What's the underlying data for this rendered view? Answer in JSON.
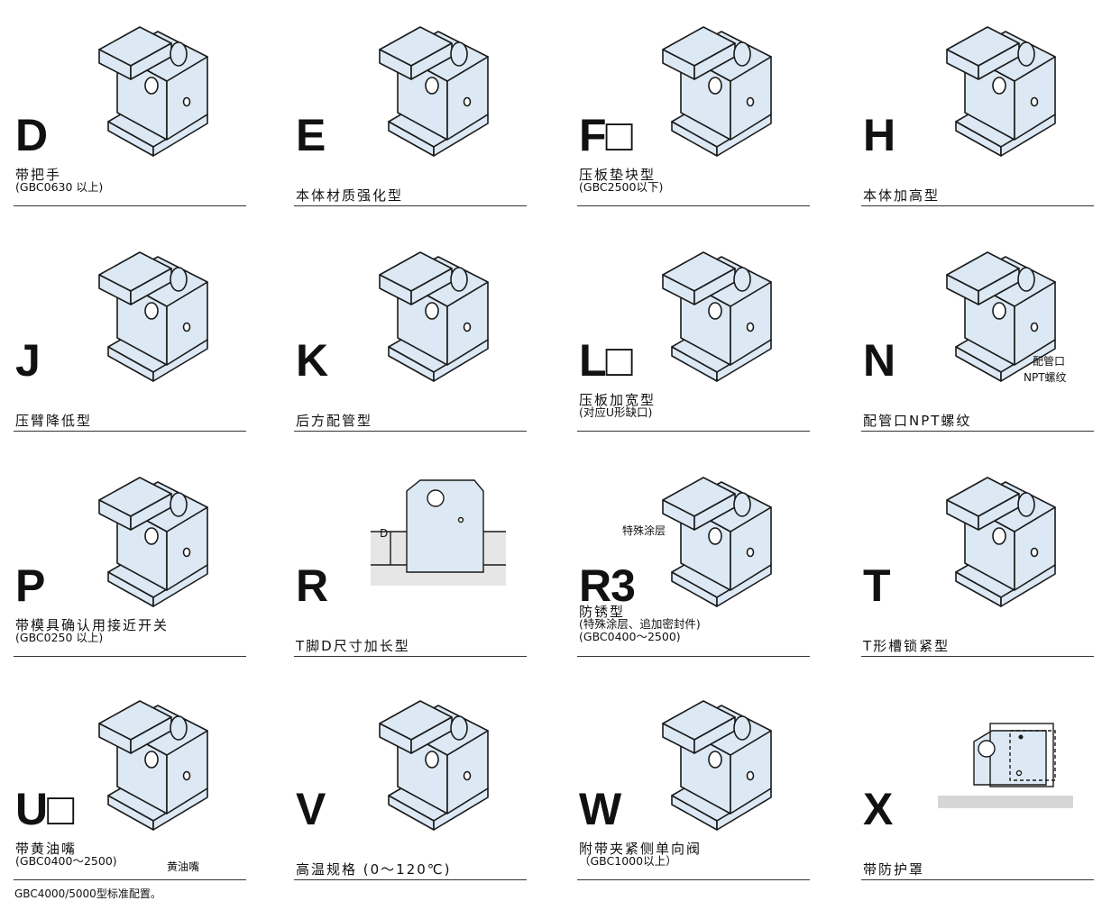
{
  "options": [
    {
      "letter": "D",
      "title": "带把手",
      "sub": [
        "(GBC0630 以上)"
      ],
      "figure": "clamp-with-handle"
    },
    {
      "letter": "E",
      "title": "本体材质强化型",
      "sub": [],
      "figure": "clamp"
    },
    {
      "letter": "F□",
      "title": "压板垫块型",
      "sub": [
        "(GBC2500以下)"
      ],
      "figure": "clamp-with-spacer"
    },
    {
      "letter": "H",
      "title": "本体加高型",
      "sub": [],
      "figure": "clamp-tall"
    },
    {
      "letter": "J",
      "title": "压臂降低型",
      "sub": [],
      "figure": "clamp-low"
    },
    {
      "letter": "K",
      "title": "后方配管型",
      "sub": [],
      "figure": "clamp-rear-piping"
    },
    {
      "letter": "L□",
      "title": "压板加宽型",
      "sub": [
        "(对应U形缺口)"
      ],
      "figure": "clamp-wide"
    },
    {
      "letter": "N",
      "title": "配管口NPT螺纹",
      "sub": [],
      "figure": "clamp-npt",
      "callout": [
        "配管口",
        "NPT螺纹"
      ]
    },
    {
      "letter": "P",
      "title": "带模具确认用接近开关",
      "sub": [
        "(GBC0250 以上)"
      ],
      "figure": "clamp-switch"
    },
    {
      "letter": "R",
      "title": "T脚D尺寸加长型",
      "sub": [],
      "figure": "side-view-dimension",
      "callout": [
        "D"
      ]
    },
    {
      "letter": "R3",
      "title": "防锈型",
      "sub": [
        "(特殊涂层、追加密封件)",
        "(GBC0400～2500)"
      ],
      "figure": "clamp-coated",
      "callout": [
        "特殊涂层"
      ]
    },
    {
      "letter": "T",
      "title": "T形槽锁紧型",
      "sub": [],
      "figure": "clamp-tslot"
    },
    {
      "letter": "U□",
      "title": "带黄油嘴",
      "sub": [
        "(GBC0400～2500)"
      ],
      "figure": "clamp-grease",
      "callout": [
        "黄油嘴"
      ]
    },
    {
      "letter": "V",
      "title": "高温规格 (0～120℃)",
      "sub": [],
      "figure": "clamp"
    },
    {
      "letter": "W",
      "title": "附带夹紧侧单向阀",
      "sub": [
        "（GBC1000以上）"
      ],
      "figure": "clamp-check-valve"
    },
    {
      "letter": "X",
      "title": "带防护罩",
      "sub": [],
      "figure": "side-view-cover"
    }
  ],
  "footnote": "GBC4000/5000型标准配置。",
  "colors": {
    "body": "#dce9f4",
    "stroke": "#1a1a1a",
    "base": "#d6d6d6"
  }
}
